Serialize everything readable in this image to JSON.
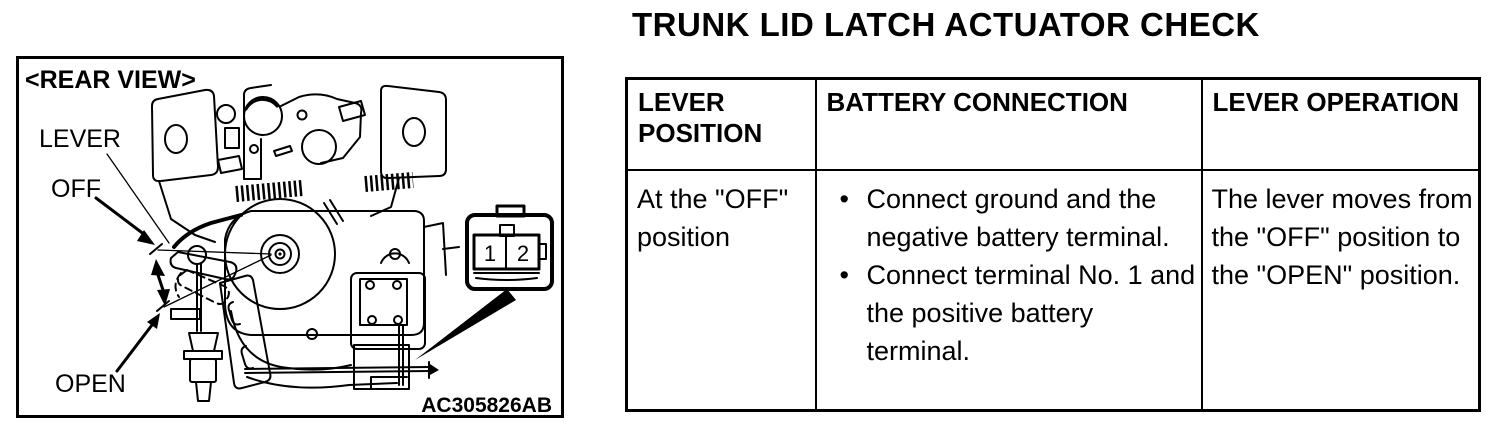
{
  "title": "TRUNK LID LATCH ACTUATOR CHECK",
  "diagram": {
    "view_label": "<REAR VIEW>",
    "labels": {
      "lever": "LEVER",
      "off": "OFF",
      "open": "OPEN"
    },
    "figure_code": "AC305826AB",
    "connector": {
      "pin1": "1",
      "pin2": "2"
    }
  },
  "table": {
    "headers": [
      "LEVER POSITION",
      "BATTERY CONNECTION",
      "LEVER OPERATION"
    ],
    "rows": [
      {
        "lever_position": "At the \"OFF\" position",
        "battery_connection": [
          "Connect ground and the negative battery terminal.",
          "Connect terminal No. 1 and the positive battery terminal."
        ],
        "lever_operation": "The lever moves from the \"OFF\" position to the \"OPEN\" position."
      }
    ]
  },
  "colors": {
    "ink": "#000000",
    "background": "#ffffff"
  }
}
